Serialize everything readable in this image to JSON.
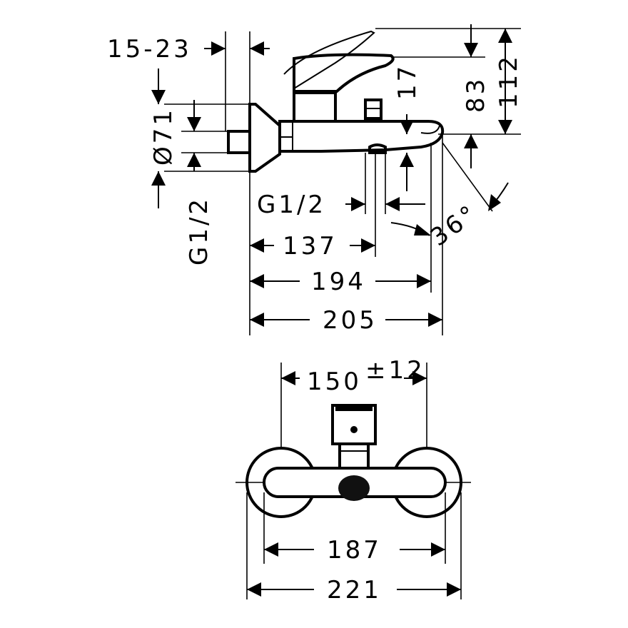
{
  "drawing": {
    "side_view": {
      "dims": {
        "inlet_depth": "15-23",
        "diameter": "Ø71",
        "thread_left": "G1/2",
        "thread_spout": "G1/2",
        "height_lever": "17",
        "height_total_83": "83",
        "height_total_112": "112",
        "angle": "36°",
        "len_137": "137",
        "len_194": "194",
        "len_205": "205"
      }
    },
    "front_view": {
      "dims": {
        "center_distance": "150",
        "center_tolerance": "±12",
        "width_187": "187",
        "width_221": "221"
      }
    }
  }
}
